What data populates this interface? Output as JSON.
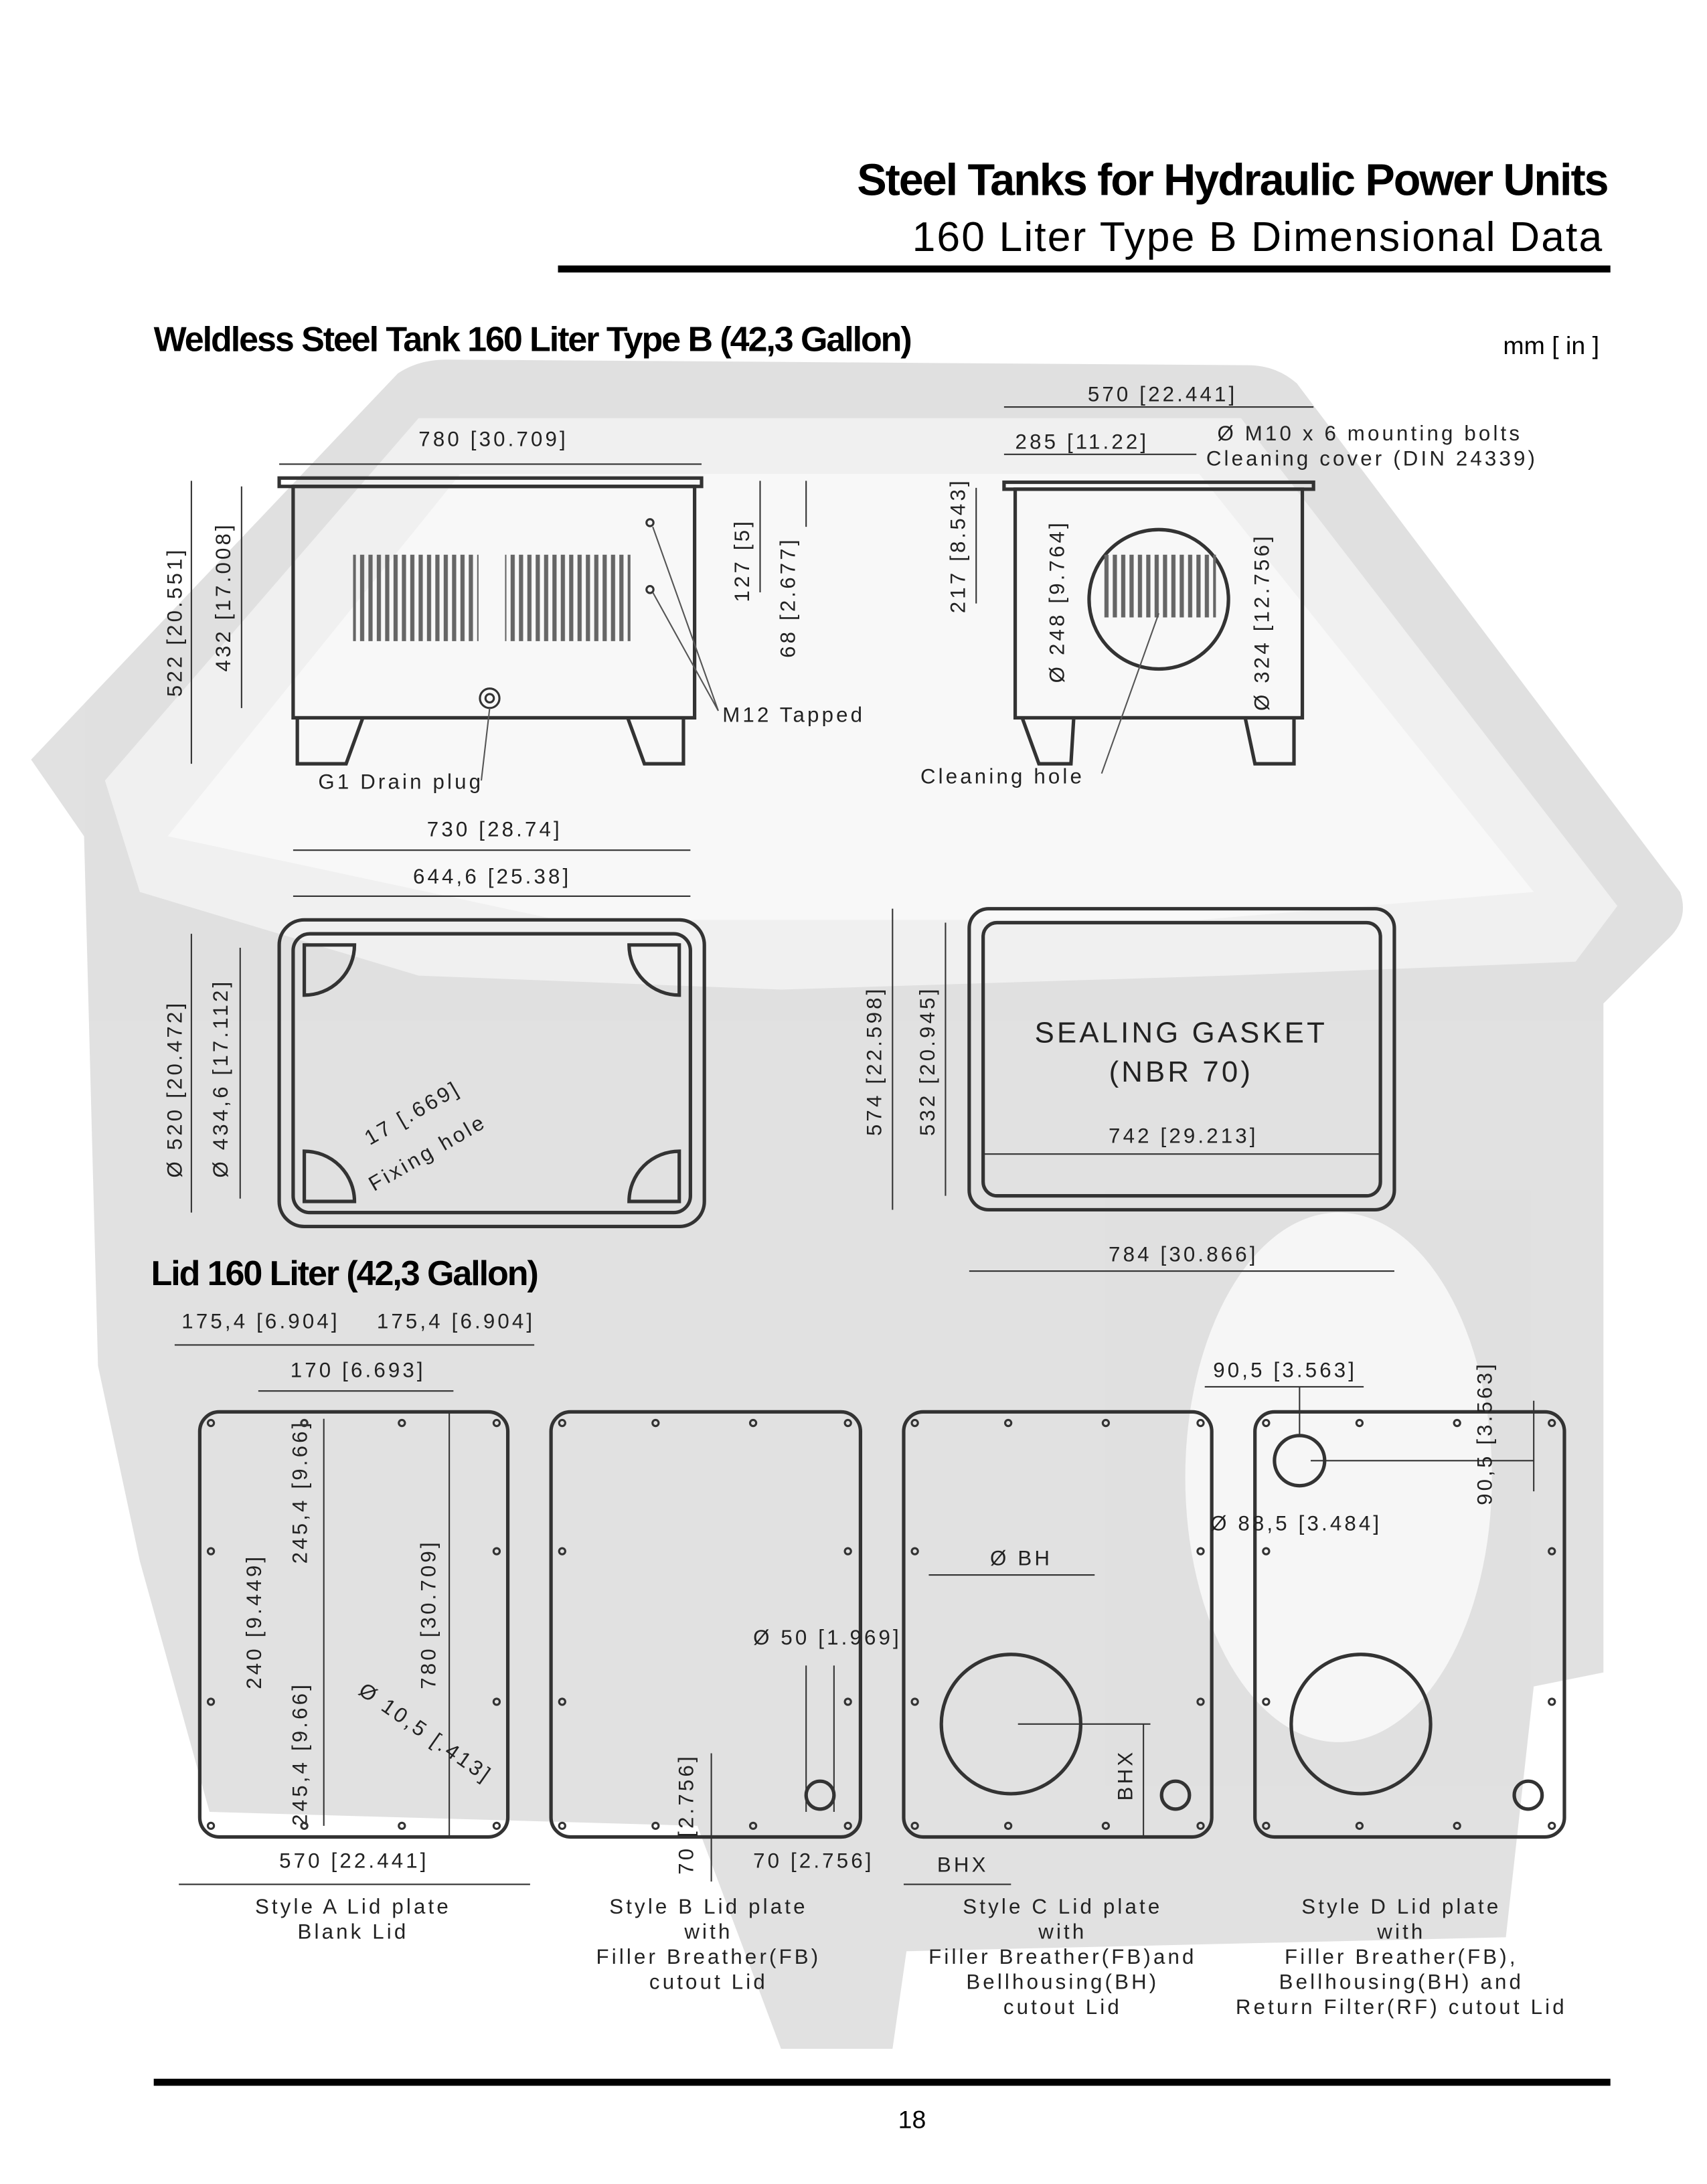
{
  "header": {
    "title": "Steel Tanks for Hydraulic Power Units",
    "subtitle": "160 Liter Type B Dimensional Data"
  },
  "tank_section": {
    "heading": "Weldless Steel Tank 160 Liter Type B (42,3 Gallon)",
    "units": "mm [ in ]",
    "front_view": {
      "width": "780 [30.709]",
      "total_height": "522 [20.551]",
      "body_height": "432 [17.008]",
      "tapped_spacing": "127 [5]",
      "tapped_offset": "68 [2.677]",
      "tapped_label": "M12 Tapped",
      "drain_label": "G1 Drain plug"
    },
    "side_view": {
      "width": "570 [22.441]",
      "half_width": "285 [11.22]",
      "bolts_label": "Ø M10 x 6 mounting bolts",
      "cover_label": "Cleaning cover (DIN 24339)",
      "cover_height": "217 [8.543]",
      "cover_diameter": "Ø 248 [9.764]",
      "bolt_circle": "Ø 324 [12.756]",
      "hole_label": "Cleaning hole"
    },
    "top_view": {
      "outer_width": "730 [28.74]",
      "inner_width": "644,6 [25.38]",
      "outer_depth": "Ø 520 [20.472]",
      "inner_depth": "Ø 434,6 [17.112]",
      "fixing_size": "17 [.669]",
      "fixing_label": "Fixing hole"
    },
    "gasket": {
      "label_line1": "SEALING GASKET",
      "label_line2": "(NBR 70)",
      "outer_height": "574 [22.598]",
      "inner_height": "532 [20.945]",
      "inner_width": "742 [29.213]",
      "outer_width": "784 [30.866]"
    }
  },
  "lid_section": {
    "heading": "Lid 160 Liter (42,3 Gallon)",
    "style_a": {
      "dim_left": "175,4 [6.904]",
      "dim_right": "175,4 [6.904]",
      "dim_center": "170 [6.693]",
      "dim_v_top": "245,4 [9.66]",
      "dim_v_mid": "240 [9.449]",
      "dim_v_bottom": "245,4 [9.66]",
      "dim_height": "780 [30.709]",
      "dim_hole": "Ø 10,5 [.413]",
      "dim_width": "570 [22.441]",
      "caption": [
        "Style A Lid plate",
        "Blank Lid"
      ]
    },
    "style_b": {
      "dim_diameter": "Ø 50 [1.969]",
      "dim_v": "70 [2.756]",
      "dim_h": "70 [2.756]",
      "caption": [
        "Style B Lid plate",
        "with",
        "Filler Breather(FB)",
        "cutout Lid"
      ]
    },
    "style_c": {
      "dim_bh": "Ø BH",
      "dim_bhx_v": "BHX",
      "dim_bhx_h": "BHX",
      "caption": [
        "Style C Lid plate",
        "with",
        "Filler Breather(FB)and",
        "Bellhousing(BH)",
        "cutout Lid"
      ]
    },
    "style_d": {
      "dim_h": "90,5 [3.563]",
      "dim_v": "90,5 [3.563]",
      "dim_diameter": "Ø 88,5 [3.484]",
      "caption": [
        "Style D Lid plate",
        "with",
        "Filler Breather(FB),",
        "Bellhousing(BH) and",
        "Return Filter(RF) cutout Lid"
      ]
    }
  },
  "footer": {
    "page_number": "18"
  }
}
